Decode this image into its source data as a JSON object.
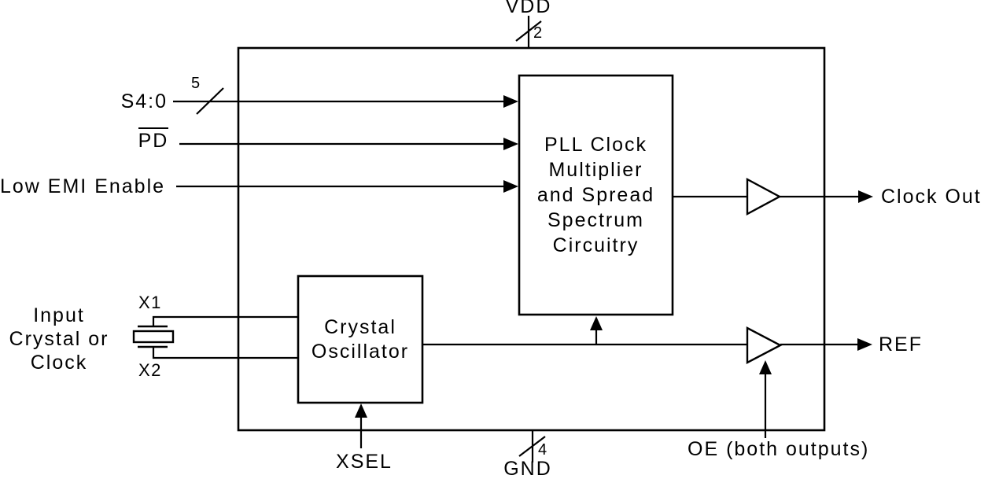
{
  "power": {
    "vdd_label": "VDD",
    "vdd_bus_count": "2",
    "gnd_label": "GND",
    "gnd_bus_count": "4"
  },
  "inputs": {
    "s40_label": "S4:0",
    "s40_bus_count": "5",
    "pd_label": "PD",
    "low_emi_label": "Low EMI Enable",
    "crystal_source_label": "Input\nCrystal or\nClock",
    "x1_label": "X1",
    "x2_label": "X2",
    "xsel_label": "XSEL",
    "oe_label": "OE (both outputs)"
  },
  "blocks": {
    "pll_label": "PLL Clock\nMultiplier\nand Spread\nSpectrum\nCircuitry",
    "crystal_osc_label": "Crystal\nOscillator"
  },
  "outputs": {
    "clock_out_label": "Clock Out",
    "ref_label": "REF"
  },
  "colors": {
    "line": "#000000",
    "background": "#ffffff",
    "text": "#000000"
  }
}
